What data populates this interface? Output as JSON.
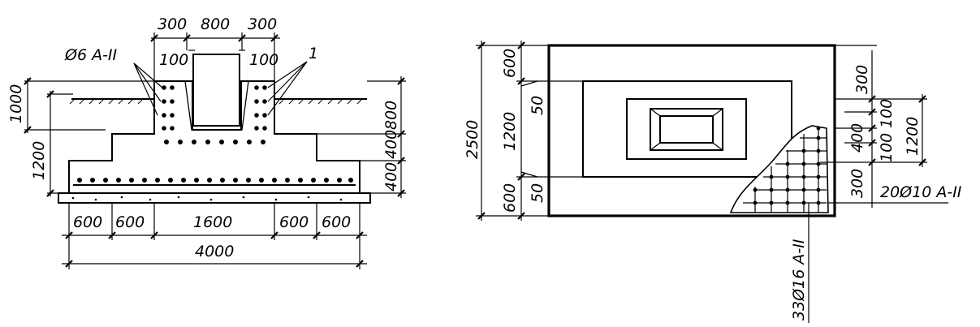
{
  "section": {
    "top_dims": [
      "300",
      "800",
      "300"
    ],
    "offsets": [
      "100",
      "100"
    ],
    "stirrup_label": "Ø6 А-II",
    "callout": "1",
    "left_dims": [
      "1000",
      "1200"
    ],
    "right_dims": [
      "800",
      "400",
      "400"
    ],
    "bottom_dims": [
      "600",
      "600",
      "1600",
      "600",
      "600"
    ],
    "overall": "4000"
  },
  "plan": {
    "left_dims": [
      "600",
      "1200",
      "600"
    ],
    "gaps": [
      "50",
      "50"
    ],
    "overall": "2500",
    "right_dims": [
      "300",
      "400",
      "100",
      "100",
      "300",
      "1200"
    ],
    "rebar_x": "20Ø10 А-II",
    "rebar_y": "33Ø16 А-II"
  }
}
